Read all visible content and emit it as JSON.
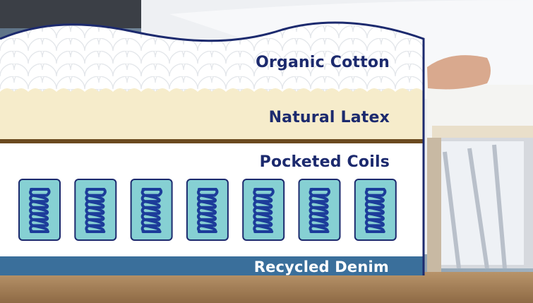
{
  "layers": [
    {
      "key": "cotton",
      "label": "Organic Cotton"
    },
    {
      "key": "latex",
      "label": "Natural Latex"
    },
    {
      "key": "coils",
      "label": "Pocketed Coils"
    },
    {
      "key": "denim",
      "label": "Recycled Denim"
    }
  ],
  "coil_count": 7,
  "colors": {
    "outline": "#1c2a6e",
    "cotton": "#ffffff",
    "latex": "#f6eccb",
    "divider": "#6b4a1f",
    "coil_pocket": "#86d0d3",
    "coil_spring": "#1c3c9a",
    "denim": "#3a6f9b"
  }
}
